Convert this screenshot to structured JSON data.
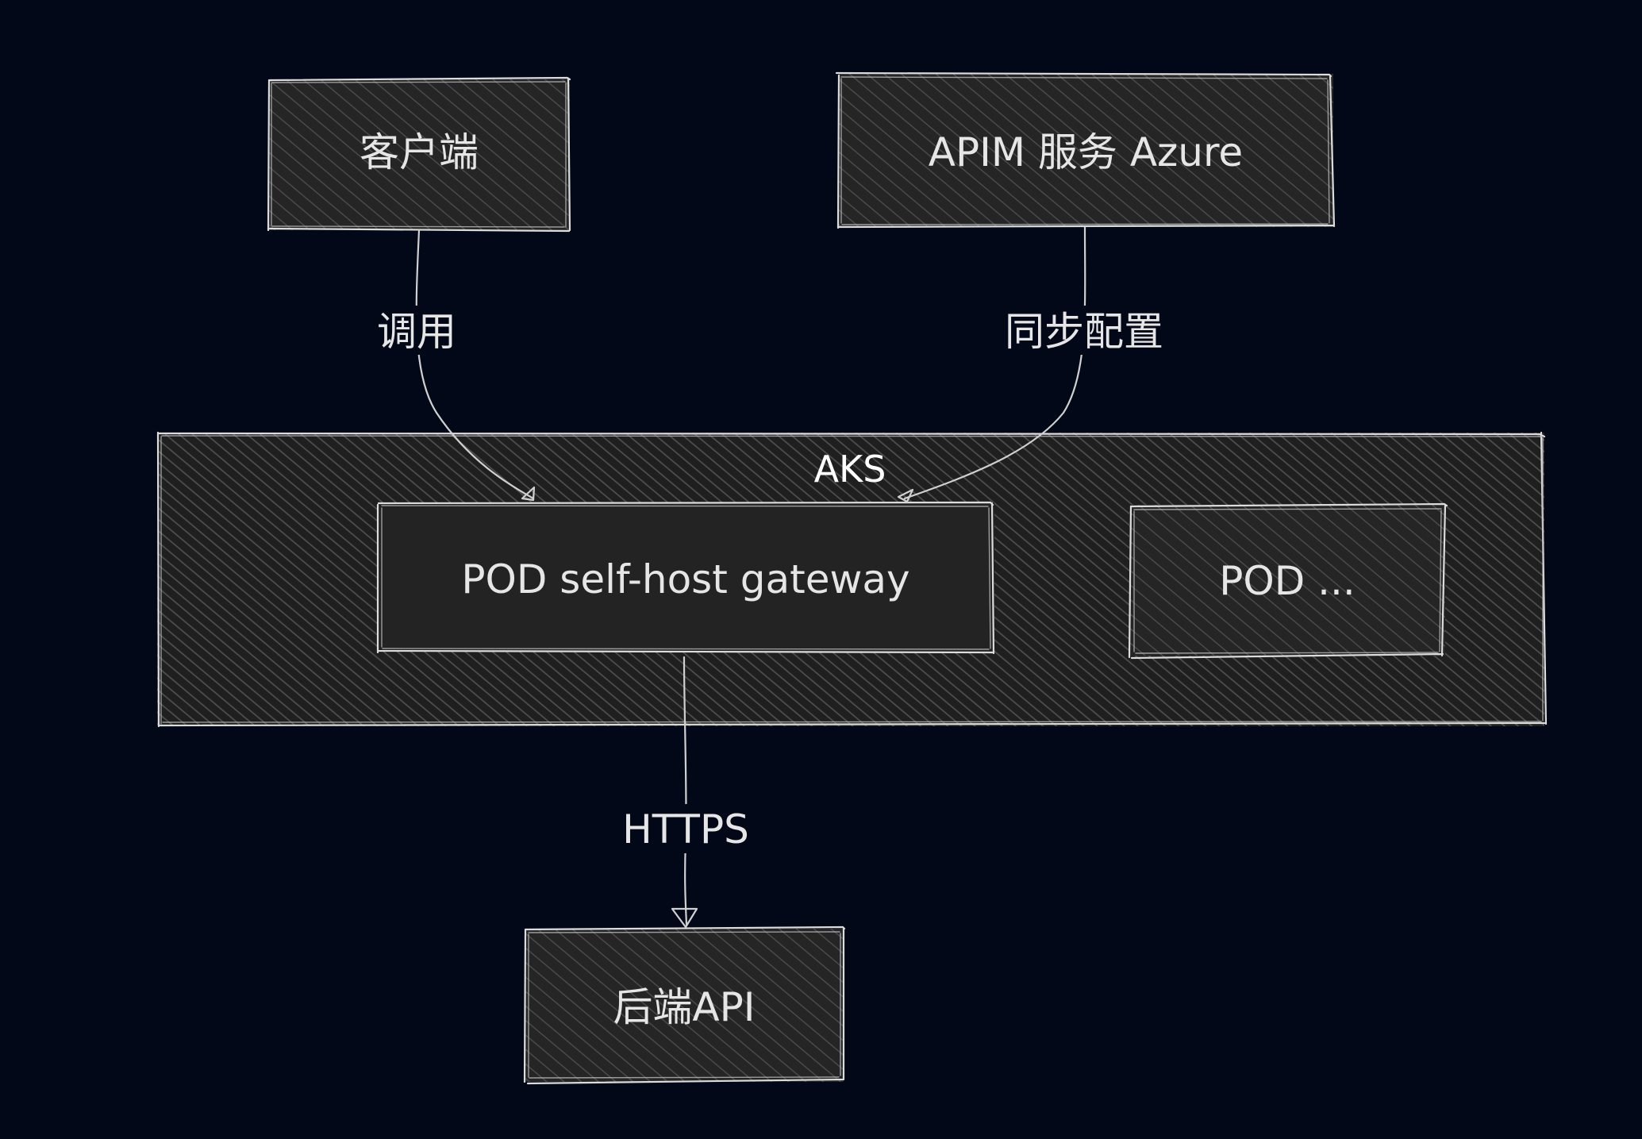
{
  "diagram": {
    "nodes": {
      "client": {
        "label": "客户端"
      },
      "apim": {
        "label": "APIM 服务 Azure"
      },
      "gateway": {
        "label": "POD self-host gateway"
      },
      "pod_other": {
        "label": "POD ..."
      },
      "backend": {
        "label": "后端API"
      }
    },
    "groups": {
      "aks": {
        "label": "AKS"
      }
    },
    "edges": {
      "call": {
        "label": "调用",
        "from": "客户端",
        "to": "POD self-host gateway"
      },
      "sync": {
        "label": "同步配置",
        "from": "APIM 服务 Azure",
        "to": "POD self-host gateway"
      },
      "https": {
        "label": "HTTPS",
        "from": "POD self-host gateway",
        "to": "后端API"
      }
    }
  },
  "colors": {
    "background": "#020817",
    "box_fill": "#2a2a2a",
    "hatch": "#454545",
    "stroke": "#dcdcdc",
    "text": "#e6e6e6"
  }
}
